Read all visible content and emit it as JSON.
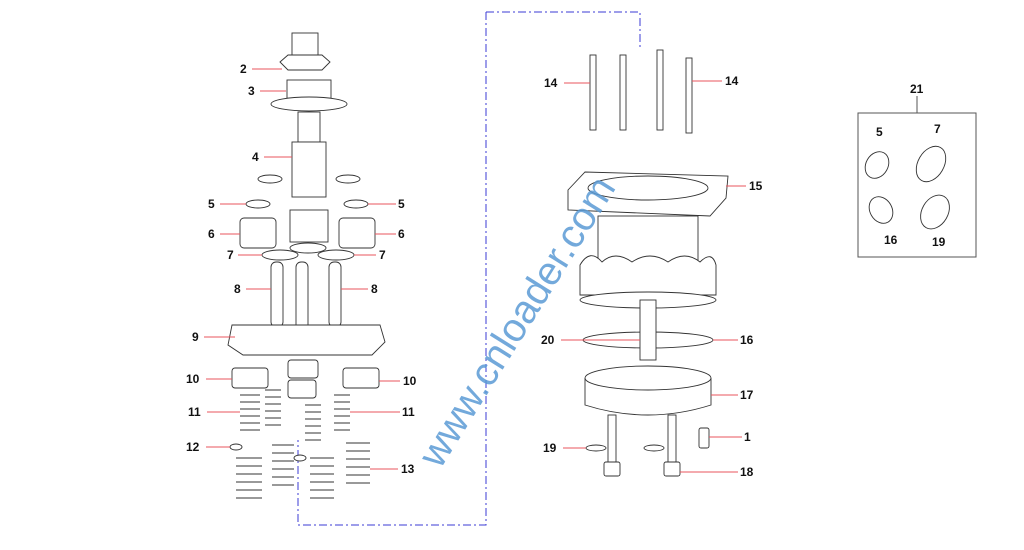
{
  "watermark": "www.cnloader.com",
  "callouts": {
    "c2": "2",
    "c3": "3",
    "c4": "4",
    "c5l": "5",
    "c5r": "5",
    "c6l": "6",
    "c6r": "6",
    "c7l": "7",
    "c7r": "7",
    "c8l": "8",
    "c8r": "8",
    "c9": "9",
    "c10l": "10",
    "c10r": "10",
    "c11l": "11",
    "c11r": "11",
    "c12": "12",
    "c13": "13",
    "c14l": "14",
    "c14r": "14",
    "c15": "15",
    "c20": "20",
    "c16": "16",
    "c17": "17",
    "c1": "1",
    "c19": "19",
    "c18": "18",
    "c21": "21"
  },
  "inset": {
    "i5": "5",
    "i7": "7",
    "i16": "16",
    "i19": "19"
  },
  "colors": {
    "leader": "#e8545c",
    "dashed_path": "#3b3bd6",
    "watermark": "#5b9bd5"
  }
}
